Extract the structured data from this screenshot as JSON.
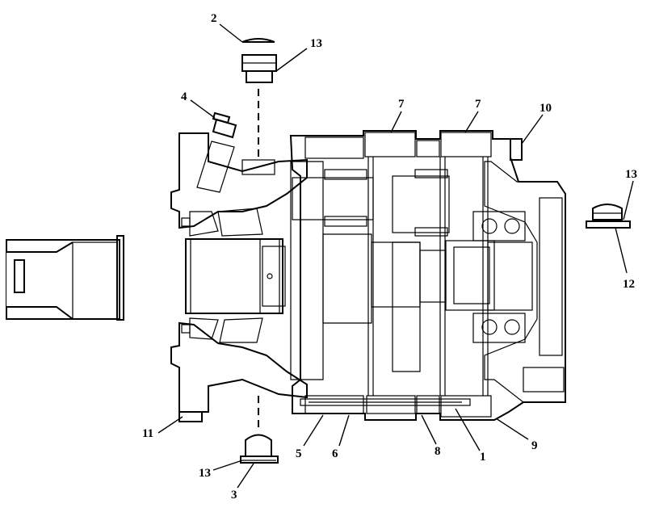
{
  "diagram": {
    "callouts": [
      {
        "id": "c2",
        "label": "2"
      },
      {
        "id": "c13a",
        "label": "13"
      },
      {
        "id": "c4",
        "label": "4"
      },
      {
        "id": "c7a",
        "label": "7"
      },
      {
        "id": "c7b",
        "label": "7"
      },
      {
        "id": "c10",
        "label": "10"
      },
      {
        "id": "c13b",
        "label": "13"
      },
      {
        "id": "c12",
        "label": "12"
      },
      {
        "id": "c11",
        "label": "11"
      },
      {
        "id": "c5",
        "label": "5"
      },
      {
        "id": "c6",
        "label": "6"
      },
      {
        "id": "c8",
        "label": "8"
      },
      {
        "id": "c1",
        "label": "1"
      },
      {
        "id": "c9",
        "label": "9"
      },
      {
        "id": "c13c",
        "label": "13"
      },
      {
        "id": "c3",
        "label": "3"
      }
    ]
  }
}
